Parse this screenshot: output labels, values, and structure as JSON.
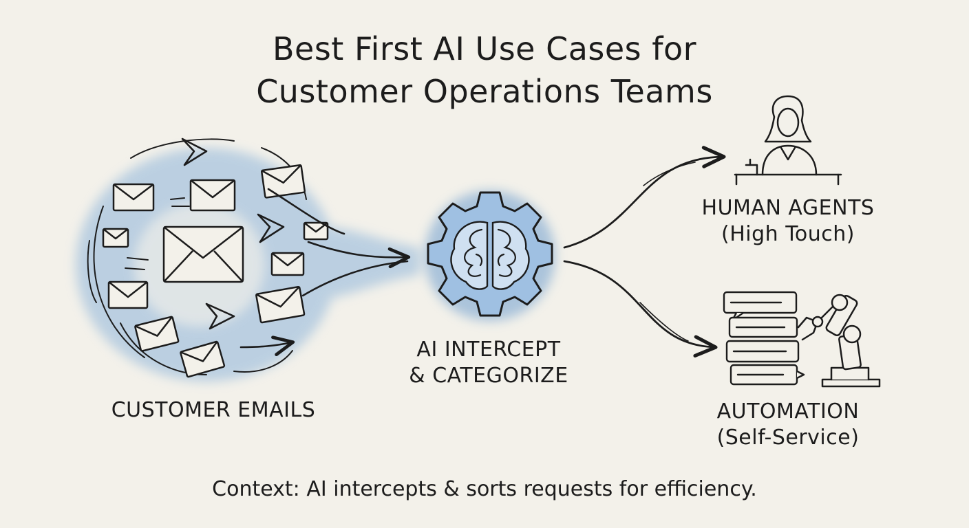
{
  "title": {
    "line1": "Best First AI Use Cases for",
    "line2": "Customer Operations Teams"
  },
  "nodes": {
    "emails": {
      "label": "CUSTOMER EMAILS"
    },
    "ai": {
      "line1": "AI INTERCEPT",
      "line2": "& CATEGORIZE"
    },
    "human": {
      "line1": "HUMAN AGENTS",
      "line2": "(High Touch)"
    },
    "automation": {
      "line1": "AUTOMATION",
      "line2": "(Self-Service)"
    }
  },
  "context": "Context: AI intercepts & sorts requests for efficiency.",
  "icons": [
    "envelope-icon",
    "chevron-icon",
    "brain-gear-icon",
    "agent-person-icon",
    "chat-bubbles-icon",
    "robot-arm-icon"
  ],
  "colors": {
    "accent": "#7fa9d3",
    "ink": "#1c1c1c",
    "paper": "#f3f1ea"
  }
}
